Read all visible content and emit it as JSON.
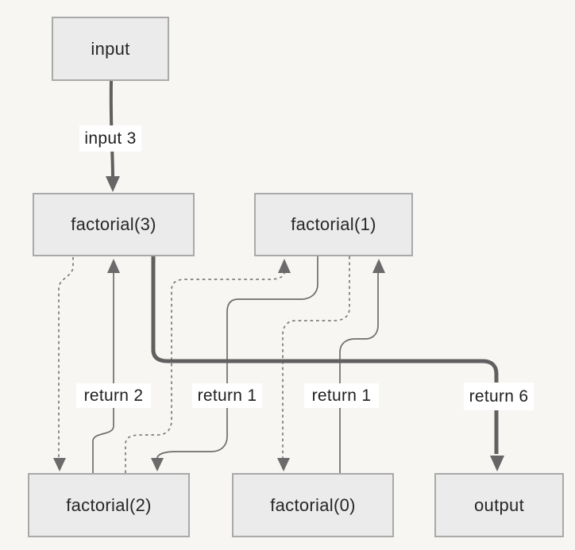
{
  "diagram": {
    "type": "flowchart",
    "description": "Recursive factorial call/return trace from input 3 to output 6",
    "colors": {
      "background": "#f7f6f3",
      "node_fill": "#ebebeb",
      "node_border": "#a9a9a9",
      "edge_solid": "#6e6e6e",
      "edge_dashed": "#7a7a7a",
      "edge_thick": "#606060",
      "arrowhead": "#6b6b6b",
      "label_background": "#ffffff",
      "text": "#262626"
    }
  },
  "nodes": [
    {
      "id": "input",
      "label": "input"
    },
    {
      "id": "factorial3",
      "label": "factorial(3)"
    },
    {
      "id": "factorial1",
      "label": "factorial(1)"
    },
    {
      "id": "factorial2",
      "label": "factorial(2)"
    },
    {
      "id": "factorial0",
      "label": "factorial(0)"
    },
    {
      "id": "output",
      "label": "output"
    }
  ],
  "edges": [
    {
      "from": "input",
      "to": "factorial(3)",
      "label": "input 3",
      "style": "thick-solid"
    },
    {
      "from": "factorial(3)",
      "to": "factorial(2)",
      "label": "",
      "style": "dashed"
    },
    {
      "from": "factorial(2)",
      "to": "factorial(3)",
      "label": "return 2",
      "style": "solid"
    },
    {
      "from": "factorial(2)",
      "to": "factorial(1)",
      "label": "",
      "style": "dashed"
    },
    {
      "from": "factorial(1)",
      "to": "factorial(2)",
      "label": "return 1",
      "style": "solid"
    },
    {
      "from": "factorial(1)",
      "to": "factorial(0)",
      "label": "",
      "style": "dashed"
    },
    {
      "from": "factorial(0)",
      "to": "factorial(1)",
      "label": "return 1",
      "style": "solid"
    },
    {
      "from": "factorial(3)",
      "to": "output",
      "label": "return 6",
      "style": "thick-solid"
    }
  ]
}
